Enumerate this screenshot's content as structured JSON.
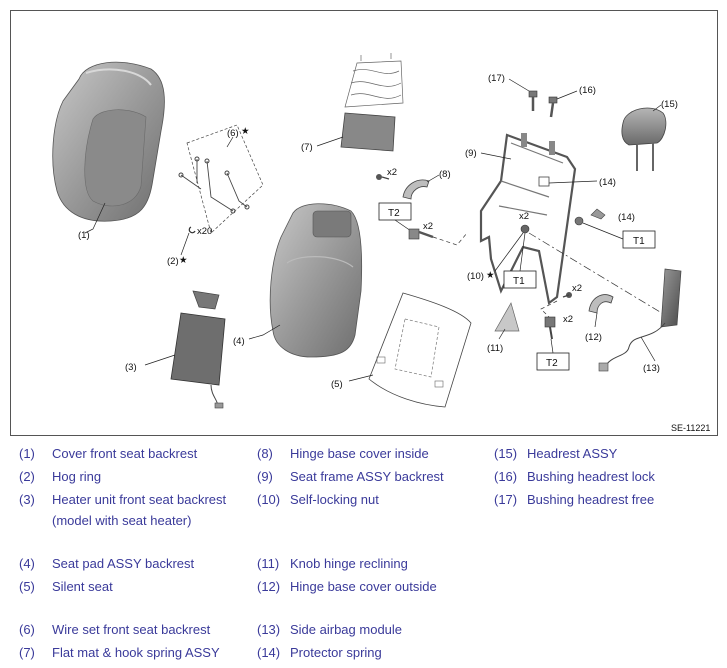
{
  "diagram": {
    "figure_code": "SE-11221",
    "callouts": {
      "c1": "(1)",
      "c2": "(2)",
      "c3": "(3)",
      "c4": "(4)",
      "c5": "(5)",
      "c6": "(6)",
      "c7": "(7)",
      "c8": "(8)",
      "c9": "(9)",
      "c10": "(10)",
      "c11": "(11)",
      "c12": "(12)",
      "c13": "(13)",
      "c14a": "(14)",
      "c14b": "(14)",
      "c15": "(15)",
      "c16": "(16)",
      "c17": "(17)"
    },
    "quantities": {
      "hog_ring": "x20",
      "hinge_bolt": "x2",
      "nut_upper": "x2",
      "nut_middle": "x2",
      "bolt_lower": "x2",
      "bolt_bottom": "x2"
    },
    "torque_labels": {
      "t2_upper": "T2",
      "t1_right": "T1",
      "t1_middle": "T1",
      "t2_lower": "T2"
    }
  },
  "legend": {
    "items": [
      {
        "num": "(1)",
        "text": "Cover front seat backrest"
      },
      {
        "num": "(2)",
        "text": "Hog ring"
      },
      {
        "num": "(3)",
        "text": "Heater unit front seat backrest (model with seat heater)"
      },
      {
        "num": "(4)",
        "text": "Seat pad ASSY backrest"
      },
      {
        "num": "(5)",
        "text": "Silent seat"
      },
      {
        "num": "(6)",
        "text": "Wire set front seat backrest"
      },
      {
        "num": "(7)",
        "text": "Flat mat & hook spring ASSY"
      },
      {
        "num": "(8)",
        "text": "Hinge base cover inside"
      },
      {
        "num": "(9)",
        "text": "Seat frame ASSY backrest"
      },
      {
        "num": "(10)",
        "text": "Self-locking nut"
      },
      {
        "num": "(11)",
        "text": "Knob hinge reclining"
      },
      {
        "num": "(12)",
        "text": "Hinge base cover outside"
      },
      {
        "num": "(13)",
        "text": "Side airbag module"
      },
      {
        "num": "(14)",
        "text": "Protector spring"
      },
      {
        "num": "(15)",
        "text": "Headrest ASSY"
      },
      {
        "num": "(16)",
        "text": "Bushing headrest lock"
      },
      {
        "num": "(17)",
        "text": "Bushing headrest free"
      }
    ]
  }
}
